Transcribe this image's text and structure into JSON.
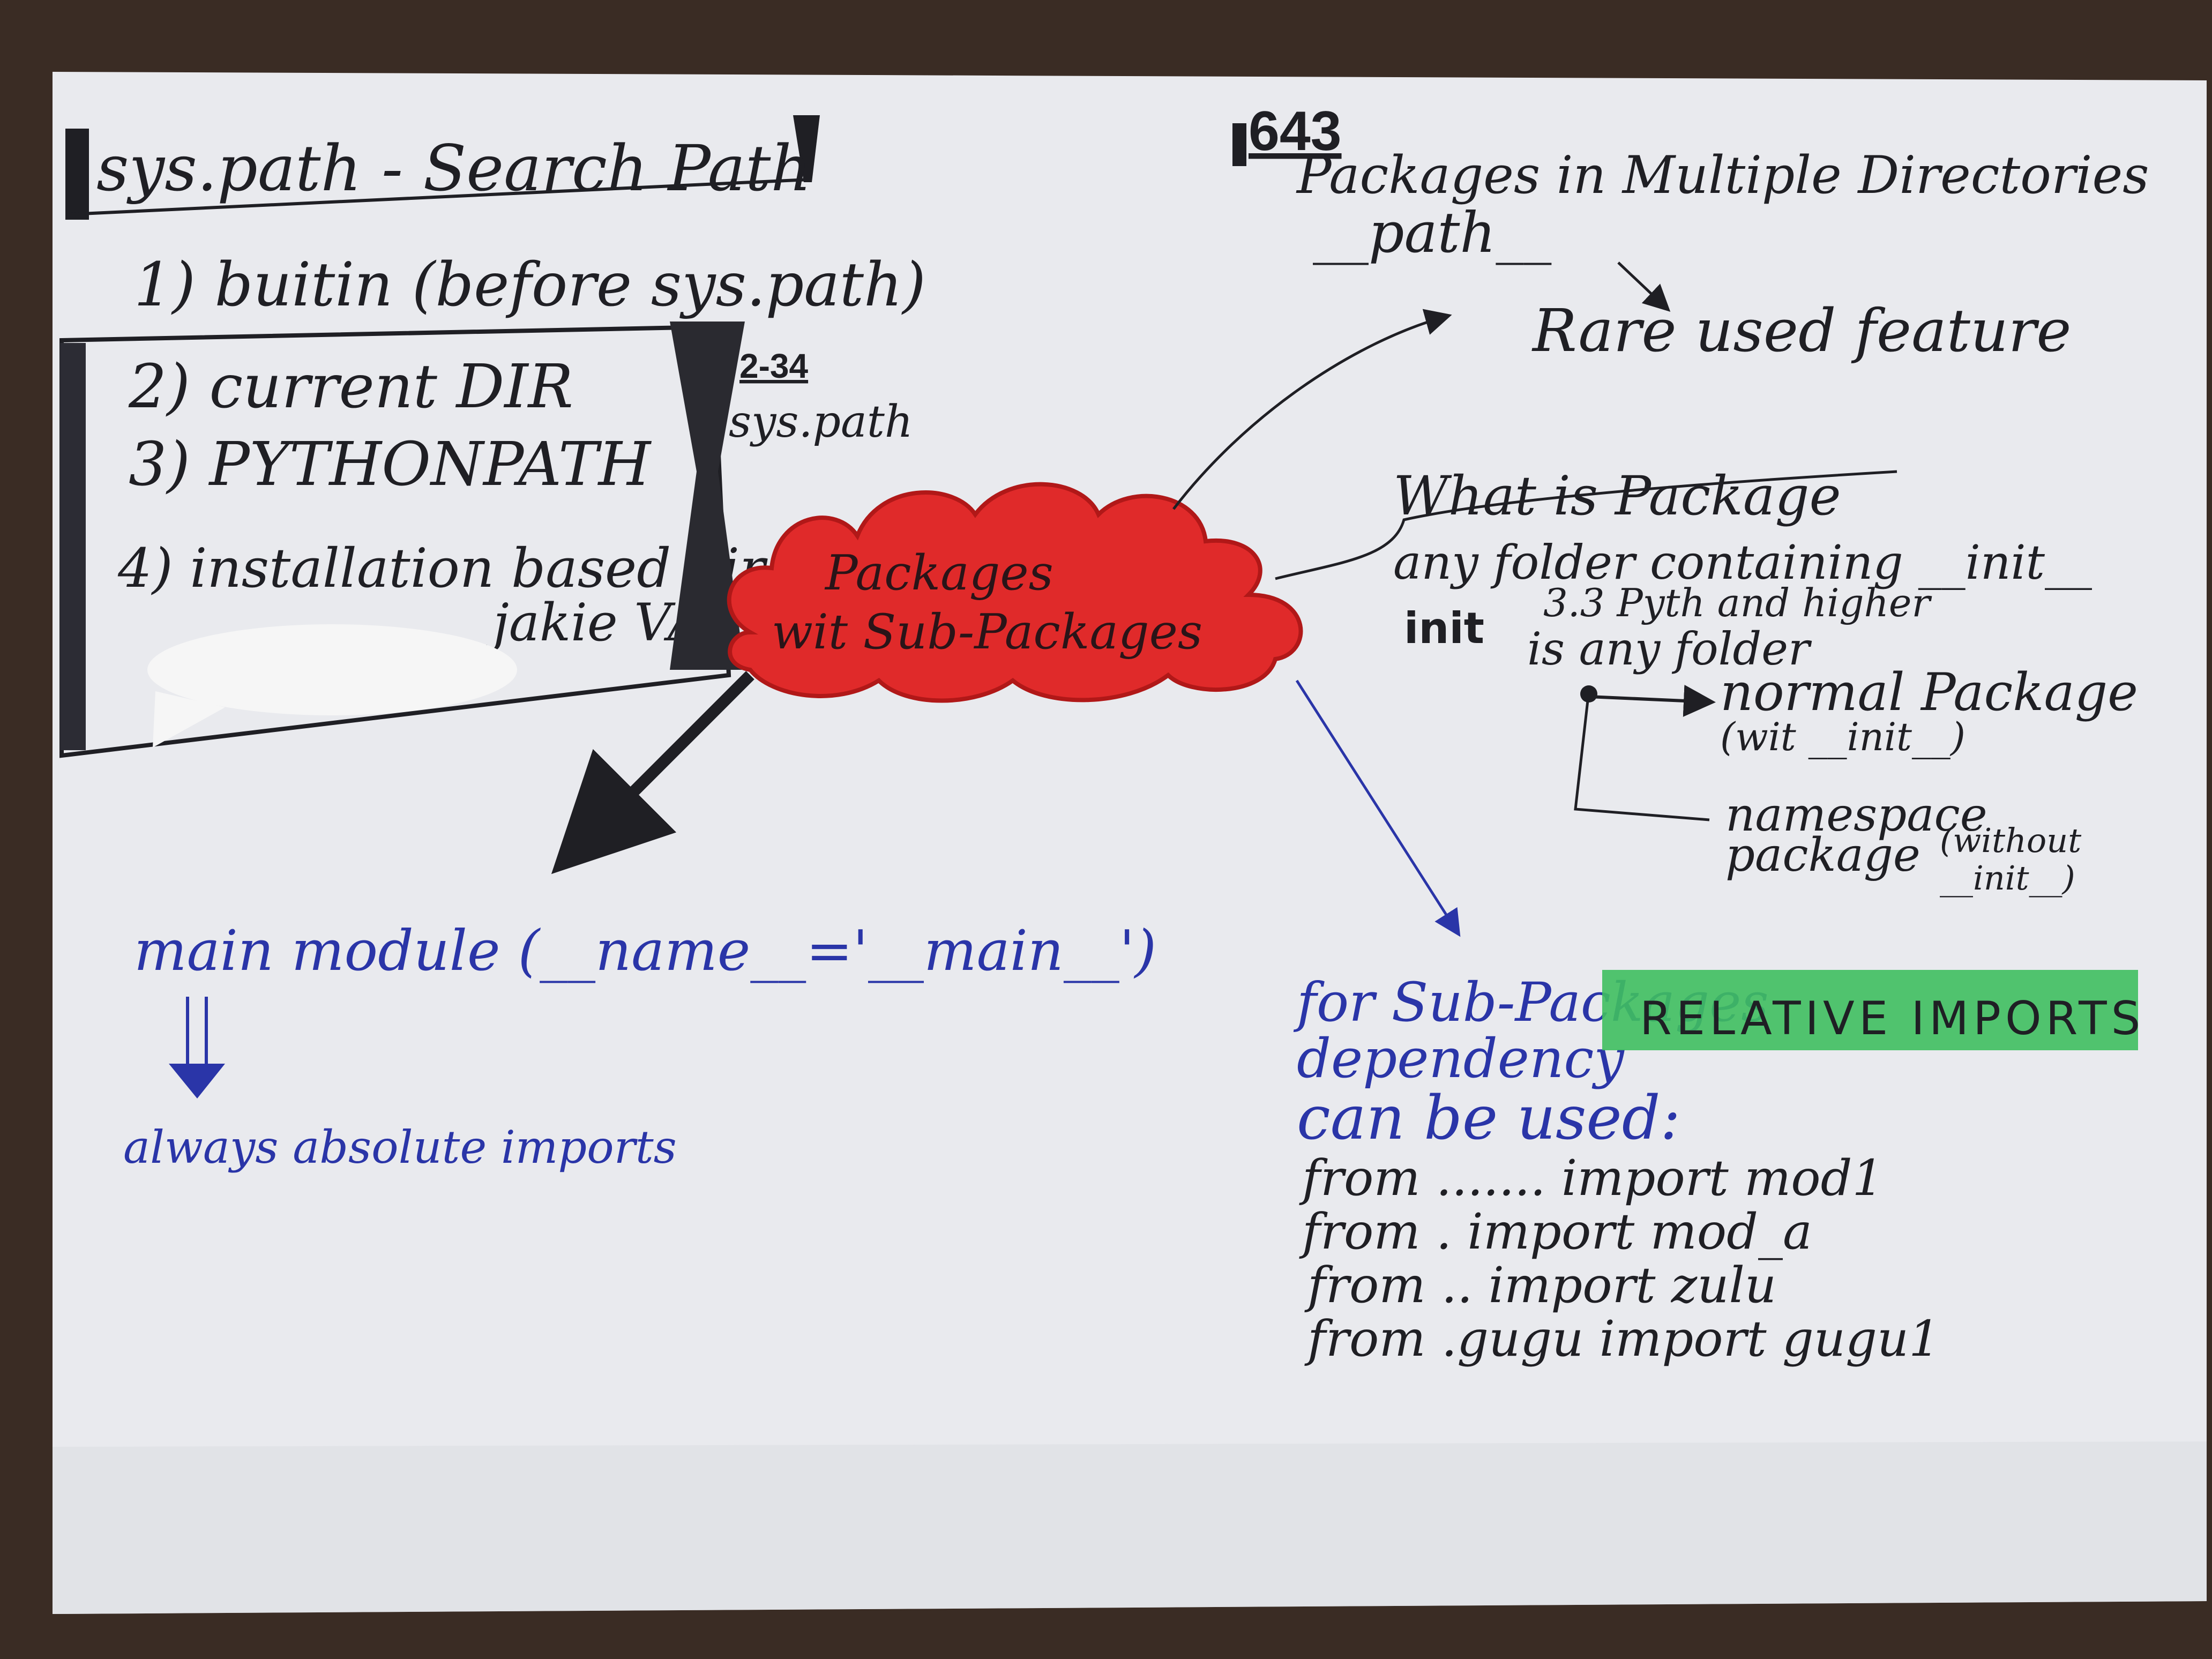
{
  "colors": {
    "table": "#3a2c24",
    "paper": "#e9eaee",
    "black_ink": "#1f1f24",
    "blue_ink": "#2a35a8",
    "red_marker": "#e02a2a",
    "green_highlight": "#3fbf5f",
    "redaction": "#f6f6f6"
  },
  "search_path": {
    "title": "sys.path - Search Path",
    "item1": "1) buitin (before sys.path)",
    "item2": "2) current DIR",
    "item3": "3) PYTHONPATH",
    "item4": "4) installation based dir",
    "item4_cont": "jakie VAR",
    "page_ref": "2-34",
    "bracket_label": "sys.path"
  },
  "center": {
    "line1": "Packages",
    "line2": "wit Sub-Packages"
  },
  "multi_dir": {
    "page_ref": "643",
    "title": "Packages in Multiple Directories",
    "attr": "__path__",
    "note": "Rare used feature"
  },
  "what_is": {
    "title": "What is Package",
    "line1": "any folder containing __init__",
    "init_icon": "init",
    "line2": "3.3 Pyth and higher",
    "line3": "is any folder",
    "normal_title": "normal Package",
    "normal_sub": "(wit __init__)",
    "ns_title": "namespace",
    "ns_title2": "package",
    "ns_sub1": "(without",
    "ns_sub2": "__init__)"
  },
  "main_module": {
    "label": "main module (__name__='__main__')",
    "note": "always absolute imports"
  },
  "relative": {
    "line1": "for Sub-Packages",
    "line2": "dependency",
    "highlight": "RELATIVE IMPORTS",
    "line3": "can be used:",
    "ex1": "from ....... import mod1",
    "ex2": "from . import mod_a",
    "ex3": "from .. import zulu",
    "ex4": "from .gugu import gugu1"
  }
}
